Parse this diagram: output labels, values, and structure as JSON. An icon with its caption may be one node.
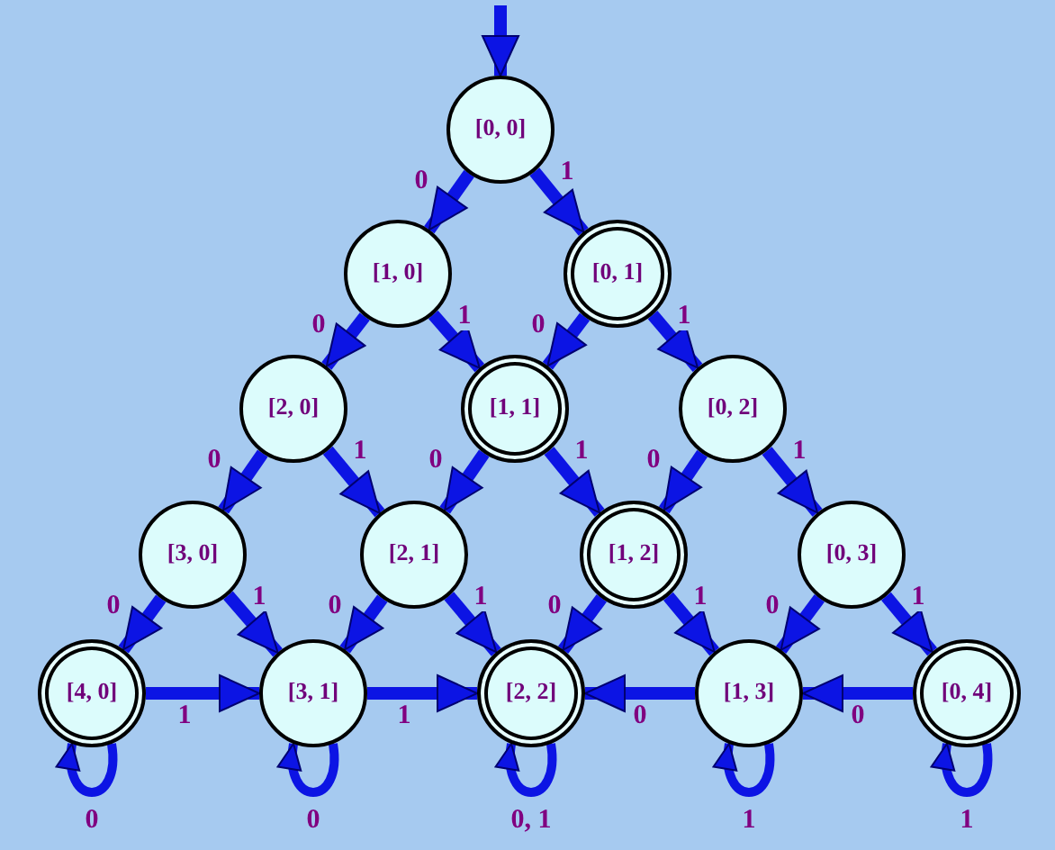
{
  "diagram": {
    "nodes": [
      {
        "text": [
          "[0, 0]"
        ]
      },
      {
        "text": [
          "[1, 0]"
        ]
      },
      {
        "text": [
          "[0, 1]"
        ]
      },
      {
        "text": [
          "[2, 0]"
        ]
      },
      {
        "text": [
          "[1, 1]"
        ]
      },
      {
        "text": [
          "[0, 2]"
        ]
      },
      {
        "text": [
          "[3, 0]"
        ]
      },
      {
        "text": [
          "[2, 1]"
        ]
      },
      {
        "text": [
          "[1, 2]"
        ]
      },
      {
        "text": [
          "[0, 3]"
        ]
      },
      {
        "text": [
          "[4, 0]"
        ]
      },
      {
        "text": [
          "[3, 1]"
        ]
      },
      {
        "text": [
          "[2, 2]"
        ]
      },
      {
        "text": [
          "[1, 3]"
        ]
      },
      {
        "text": [
          "[0, 4]"
        ]
      }
    ],
    "edges": [
      {
        "from": null,
        "to": 0,
        "arrow": "to"
      },
      {
        "from": 0,
        "to": 1,
        "arrow": "to",
        "label": "0"
      },
      {
        "from": 0,
        "to": 2,
        "arrow": "to",
        "label": "1"
      },
      {
        "from": 1,
        "to": 3,
        "arrow": "to",
        "label": "0"
      },
      {
        "from": 1,
        "to": 4,
        "arrow": "to",
        "label": "1"
      },
      {
        "from": 2,
        "to": 4,
        "arrow": "to",
        "label": "0"
      },
      {
        "from": 2,
        "to": 5,
        "arrow": "to",
        "label": "1"
      },
      {
        "from": 3,
        "to": 6,
        "arrow": "to",
        "label": "0"
      },
      {
        "from": 3,
        "to": 7,
        "arrow": "to",
        "label": "1"
      },
      {
        "from": 4,
        "to": 7,
        "arrow": "to",
        "label": "0"
      },
      {
        "from": 4,
        "to": 8,
        "arrow": "to",
        "label": "1"
      },
      {
        "from": 5,
        "to": 8,
        "arrow": "to",
        "label": "0"
      },
      {
        "from": 5,
        "to": 9,
        "arrow": "to",
        "label": "1"
      },
      {
        "from": 6,
        "to": 10,
        "arrow": "to",
        "label": "0"
      },
      {
        "from": 6,
        "to": 11,
        "arrow": "to",
        "label": "1"
      },
      {
        "from": 7,
        "to": 11,
        "arrow": "to",
        "label": "0"
      },
      {
        "from": 7,
        "to": 12,
        "arrow": "to",
        "label": "1"
      },
      {
        "from": 8,
        "to": 12,
        "arrow": "to",
        "label": "0"
      },
      {
        "from": 8,
        "to": 13,
        "arrow": "to",
        "label": "1"
      },
      {
        "from": 9,
        "to": 13,
        "arrow": "to",
        "label": "0"
      },
      {
        "from": 9,
        "to": 14,
        "arrow": "to",
        "label": "1"
      },
      {
        "from": 10,
        "to": 10,
        "arrow": "to",
        "label": "0"
      },
      {
        "from": 10,
        "to": 11,
        "arrow": "to",
        "label": "1"
      },
      {
        "from": 11,
        "to": 11,
        "arrow": "to",
        "label": "0"
      },
      {
        "from": 11,
        "to": 12,
        "arrow": "to",
        "label": "1"
      },
      {
        "from": 12,
        "to": 12,
        "arrow": "to",
        "label": "0, 1"
      },
      {
        "from": 13,
        "to": 12,
        "arrow": "to",
        "label": "0"
      },
      {
        "from": 13,
        "to": 13,
        "arrow": "to",
        "label": "1"
      },
      {
        "from": 14,
        "to": 13,
        "arrow": "to",
        "label": "0"
      },
      {
        "from": 14,
        "to": 14,
        "arrow": "to",
        "label": "1"
      }
    ]
  }
}
